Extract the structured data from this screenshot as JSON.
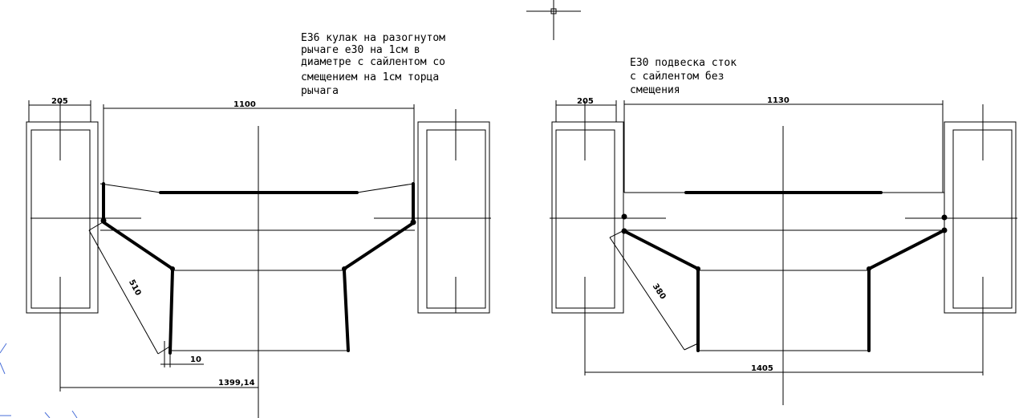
{
  "left": {
    "note": [
      "E36 кулак на разогнутом",
      "рычаге е30 на 1см в",
      "диаметре с сайлентом со",
      "смещением на 1см торца",
      "рычага"
    ],
    "dim_tire": "205",
    "dim_top": "1100",
    "dim_arm": "510",
    "dim_offset": "10",
    "dim_bottom": "1399,14"
  },
  "right": {
    "note": [
      "E30 подвеска сток",
      "с сайлентом без",
      "смещения"
    ],
    "dim_tire": "205",
    "dim_top": "1130",
    "dim_arm": "380",
    "dim_bottom": "1405"
  }
}
